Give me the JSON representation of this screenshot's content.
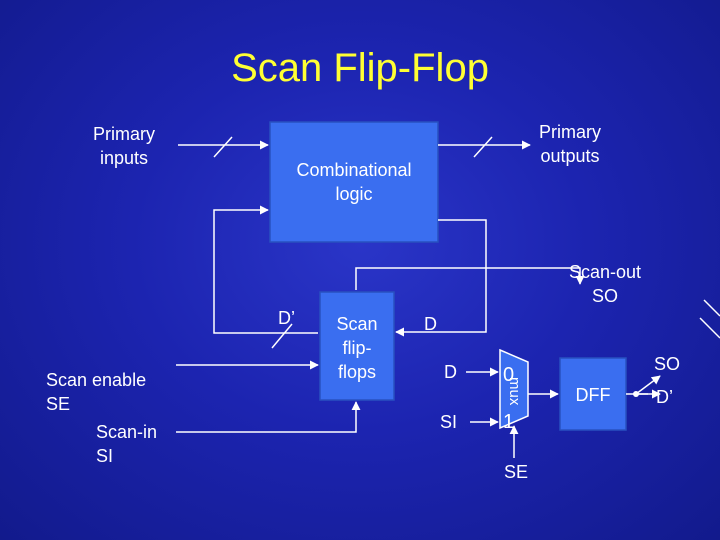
{
  "title": "Scan Flip-Flop",
  "labels": {
    "primary_inputs": [
      "Primary",
      "inputs"
    ],
    "primary_outputs": [
      "Primary",
      "outputs"
    ],
    "combinational_logic": [
      "Combinational",
      "logic"
    ],
    "scan_out": [
      "Scan-out",
      "SO"
    ],
    "d_prime_left": "D’",
    "scan_flip_flops": [
      "Scan",
      "flip-",
      "flops"
    ],
    "d_top": "D",
    "scan_enable": [
      "Scan enable",
      "SE"
    ],
    "scan_in": [
      "Scan-in",
      "SI"
    ],
    "mux_d": "D",
    "mux_si": "SI",
    "mux_0": "0",
    "mux_1": "1",
    "mux_name": "mux",
    "se_bottom": "SE",
    "dff": "DFF",
    "so_right": "SO",
    "d_prime_right": "D’"
  },
  "colors": {
    "title": "#ffff33",
    "block_fill": "#3a6ef0",
    "wire": "#ffffff"
  }
}
